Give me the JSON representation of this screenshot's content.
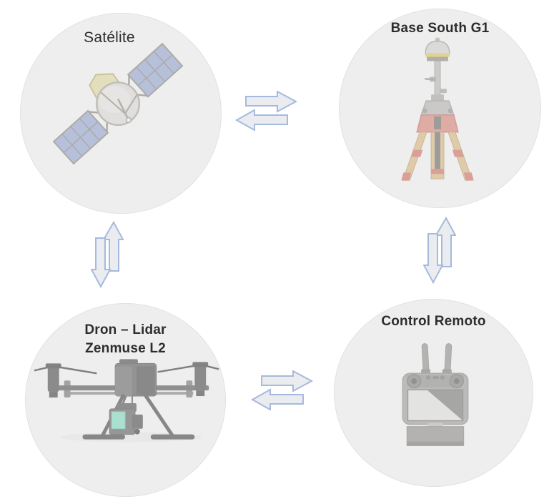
{
  "diagram": {
    "nodes": {
      "satellite": {
        "label": "Satélite",
        "icon": "satellite"
      },
      "base_station": {
        "label": "Base South G1",
        "icon": "gnss-base-on-tripod"
      },
      "drone": {
        "label_line1": "Dron – Lidar",
        "label_line2": "Zenmuse L2",
        "icon": "drone-with-lidar-zenmuse-l2"
      },
      "remote_control": {
        "label": "Control Remoto",
        "icon": "smart-remote-controller"
      }
    },
    "connections": [
      {
        "from": "satellite",
        "to": "base_station",
        "direction": "bidirectional"
      },
      {
        "from": "satellite",
        "to": "drone",
        "direction": "bidirectional"
      },
      {
        "from": "base_station",
        "to": "remote_control",
        "direction": "bidirectional"
      },
      {
        "from": "drone",
        "to": "remote_control",
        "direction": "bidirectional"
      }
    ],
    "colors": {
      "background": "#ffffff",
      "node_fill": "#efeeee",
      "arrow_fill": "#eaecf0",
      "arrow_stroke": "#a6badd",
      "label_color": "#2d2d2d",
      "solar_panel": "#95a5d1",
      "satellite_body": "#dcd59c",
      "tripod_wood": "#d6b67f",
      "tripod_red": "#cc7065",
      "lidar_screen_teal": "#82d8bd"
    }
  }
}
